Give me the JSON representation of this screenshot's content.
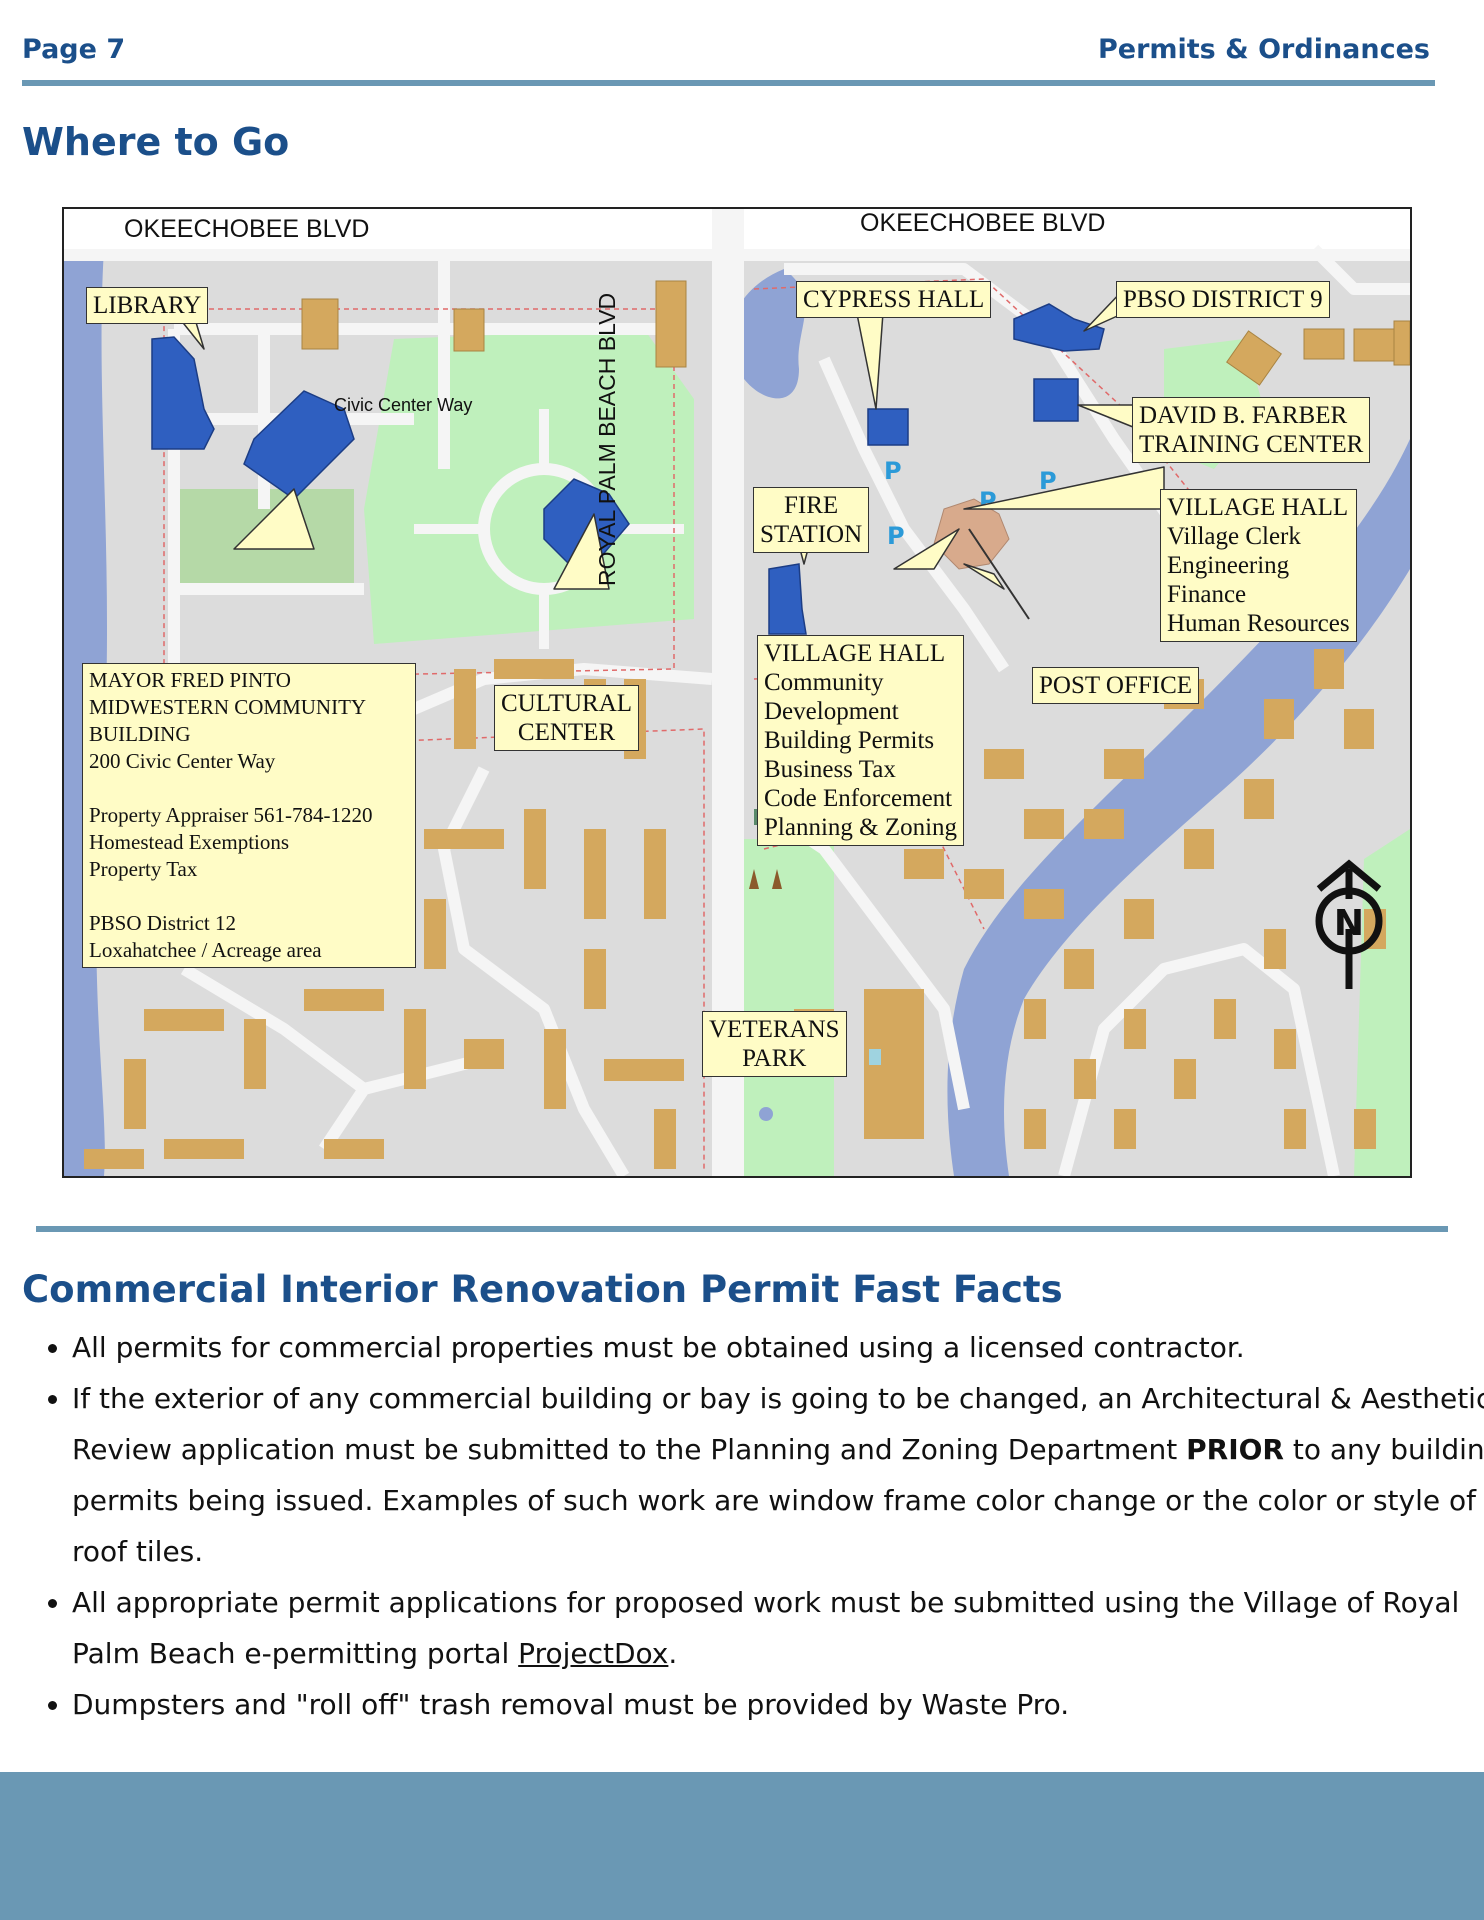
{
  "header": {
    "page_label": "Page 7",
    "section_label": "Permits & Ordinances"
  },
  "where": {
    "heading": "Where to Go",
    "map": {
      "streets": {
        "okeechobee_left": "OKEECHOBEE BLVD",
        "okeechobee_right": "OKEECHOBEE BLVD",
        "royal_palm": "ROYAL PALM BEACH BLVD",
        "civic_center": "Civic Center Way"
      },
      "labels": {
        "library": "LIBRARY",
        "cypress_hall": "CYPRESS HALL",
        "pbso_district9": "PBSO DISTRICT 9",
        "farber": [
          "DAVID B. FARBER",
          "TRAINING CENTER"
        ],
        "fire_station": [
          "FIRE",
          "STATION"
        ],
        "village_hall_right": [
          "VILLAGE HALL",
          "Village Clerk",
          "Engineering",
          "Finance",
          "Human Resources"
        ],
        "post_office": "POST OFFICE",
        "village_hall_left": [
          "VILLAGE HALL",
          "Community",
          "Development",
          "Building Permits",
          "Business Tax",
          "Code Enforcement",
          "Planning & Zoning"
        ],
        "cultural_center": [
          "CULTURAL",
          "CENTER"
        ],
        "veterans_park": [
          "VETERANS",
          "PARK"
        ],
        "mayor": [
          "MAYOR FRED PINTO",
          "MIDWESTERN COMMUNITY",
          "BUILDING",
          "200 Civic Center Way",
          "",
          "Property Appraiser 561-784-1220",
          "Homestead Exemptions",
          "Property Tax",
          "",
          "PBSO District 12",
          "Loxahatchee / Acreage area"
        ]
      },
      "parking_symbol": "P",
      "north_symbol": "N"
    }
  },
  "facts": {
    "heading": "Commercial Interior Renovation Permit Fast Facts",
    "items": [
      {
        "text": "All permits for commercial properties must be obtained using a licensed contractor."
      },
      {
        "text_before": "If the exterior of any commercial building or bay is going to be changed, an Architectural & Aesthetic Review application must be submitted to the Planning and Zoning Department ",
        "bold": "PRIOR",
        "text_after": " to any building permits being issued. Examples of such work are window frame color change or the color or style of roof tiles."
      },
      {
        "text_before": "All appropriate permit applications for proposed work must be submitted using the Village of Royal Palm Beach e-permitting portal ",
        "link": "ProjectDox",
        "text_after": "."
      },
      {
        "text": "Dumpsters and \"roll off\" trash removal must be provided by Waste Pro."
      }
    ]
  },
  "colors": {
    "heading_blue": "#1b4f8a",
    "rule_blue": "#6a98b4",
    "label_fill": "#fffcc6",
    "building_blue": "#2f5fc0",
    "house_tan": "#d4a85e",
    "park_green": "#bff0bc",
    "water_blue": "#8fa3d4"
  }
}
